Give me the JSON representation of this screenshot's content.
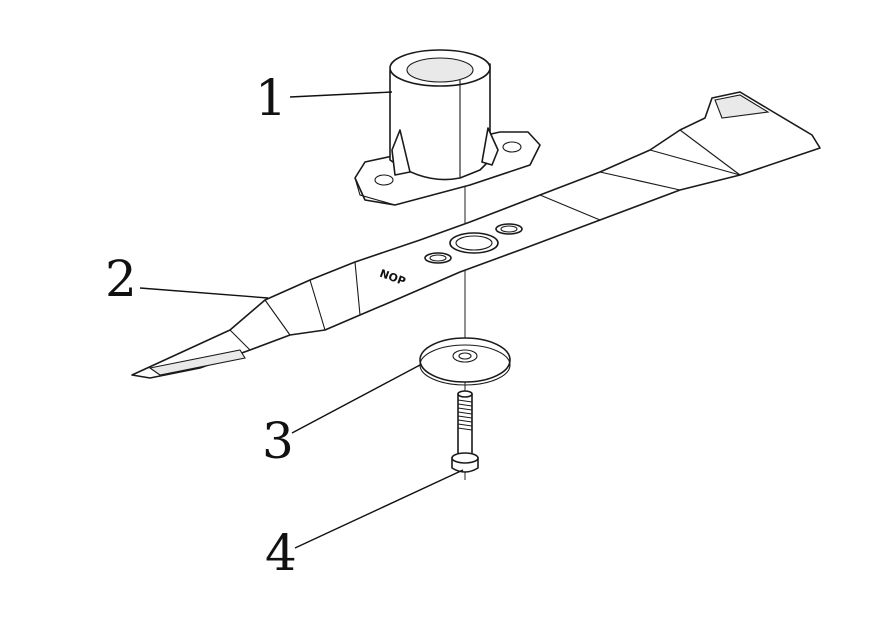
{
  "diagram": {
    "callouts": [
      {
        "label": "1",
        "part": "blade-adapter"
      },
      {
        "label": "2",
        "part": "blade"
      },
      {
        "label": "3",
        "part": "washer"
      },
      {
        "label": "4",
        "part": "bolt"
      }
    ],
    "blade_marking": "NOP"
  }
}
